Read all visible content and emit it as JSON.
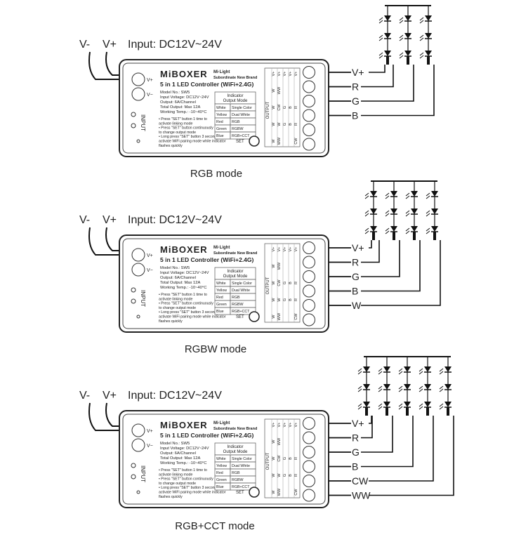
{
  "common": {
    "vminus": "V-",
    "vplus": "V+",
    "input_label": "Input: DC12V~24V",
    "brand": "MiBOXER",
    "brand_sub1": "Mi·Light",
    "brand_sub2": "Subordinate New Brand",
    "product": "5 in 1 LED Controller (WiFi+2.4G)",
    "specs": [
      "Model No.: SW5",
      "Input Voltage: DC12V~24V",
      "Output: 6A/Channel",
      "Total Output: Max 12A",
      "Working Temp.: -10~40°C"
    ],
    "notes": [
      "• Press \"SET\" button 1 time to",
      "  activate linking mode",
      "• Press \"SET\" button continuously",
      "  to change output mode",
      "• Long press \"SET\" button 3 seconds to",
      "  activate WiFi pairing mode while indicator",
      "  flashes quickly"
    ],
    "indicator_title1": "Indicator",
    "indicator_title2": "Output Mode",
    "indicator_rows": [
      [
        "White",
        "Single Color"
      ],
      [
        "Yellow",
        "Dual White"
      ],
      [
        "Red",
        "RGB"
      ],
      [
        "Green",
        "RGBW"
      ],
      [
        "Blue",
        "RGB+CCT"
      ]
    ],
    "output_label": "OUTPUT",
    "input_side": "INPUT",
    "set_label": "SET",
    "term_vplus": "V+",
    "term_vminus": "V−",
    "output_cols": [
      [
        "V+",
        "W",
        "W",
        "W",
        "W"
      ],
      [
        "V+",
        "WW",
        "CW",
        "W",
        "WW"
      ],
      [
        "V+",
        "",
        "G",
        "G",
        ""
      ],
      [
        "V+",
        "",
        "B",
        "B",
        ""
      ],
      [
        "V+",
        "",
        "R",
        "R",
        "CW"
      ]
    ]
  },
  "diagrams": [
    {
      "caption": "RGB mode",
      "wires": [
        "V+",
        "R",
        "G",
        "B"
      ]
    },
    {
      "caption": "RGBW mode",
      "wires": [
        "V+",
        "R",
        "G",
        "B",
        "W"
      ]
    },
    {
      "caption": "RGB+CCT mode",
      "wires": [
        "V+",
        "R",
        "G",
        "B",
        "CW",
        "WW"
      ]
    }
  ]
}
